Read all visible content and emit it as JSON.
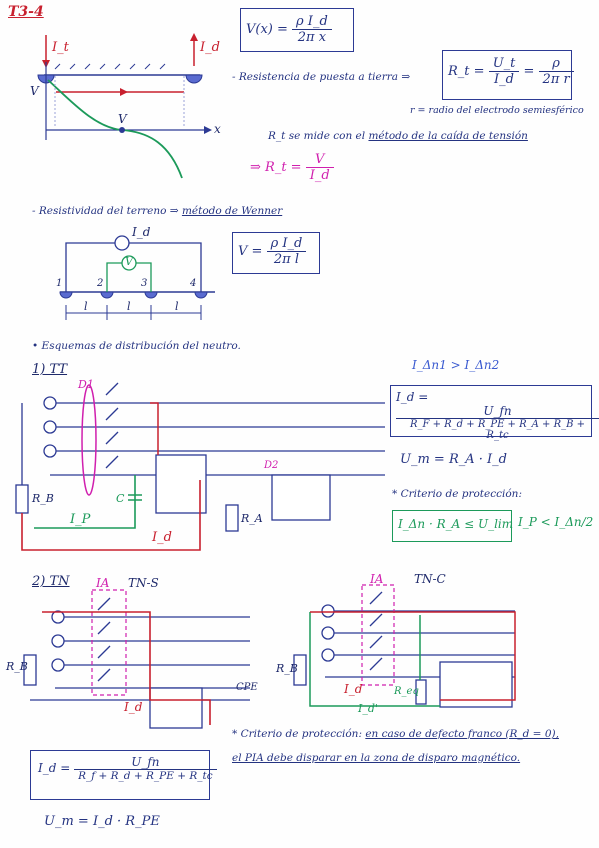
{
  "title": "T3-4",
  "top": {
    "formula_lhs": "V(x) =",
    "formula_num": "ρ I_d",
    "formula_den": "2π x",
    "label_it": "I_t",
    "label_id": "I_d",
    "label_v_axis": "V",
    "label_v_curve": "V",
    "label_x_axis": "x",
    "resistencia_text": "- Resistencia de puesta a tierra ⇒",
    "rt_lhs": "R_t =",
    "rt_num1": "U_t",
    "rt_den1": "I_d",
    "rt_num2": "ρ",
    "rt_den2": "2π r",
    "radio_text": "r = radio del electrodo semiesférico",
    "mide_text_a": "R_t se mide con el",
    "mide_text_b": "método de la caída de tensión",
    "rt2_lhs": "⇒ R_t =",
    "rt2_num": "V",
    "rt2_den": "I_d"
  },
  "wenner": {
    "text_a": "- Resistividad del terreno ⇒",
    "text_b": "método de Wenner",
    "label_id": "I_d",
    "label_v": "V",
    "nodes": [
      "1",
      "2",
      "3",
      "4"
    ],
    "spacing": [
      "l",
      "l",
      "l"
    ],
    "formula_lhs": "V =",
    "formula_num": "ρ I_d",
    "formula_den": "2π l"
  },
  "tt": {
    "esquemas_text": "• Esquemas de distribución del neutro.",
    "heading": "1) TT",
    "ineq": "I_Δn1 > I_Δn2",
    "d1": "D1",
    "d2": "D2",
    "c": "C",
    "rb": "R_B",
    "ra": "R_A",
    "ip": "I_P",
    "id": "I_d",
    "formula_lhs": "I_d =",
    "formula_num": "U_fn",
    "formula_den": "R_F + R_d + R_PE + R_A + R_B + R_tc",
    "um": "U_m = R_A · I_d",
    "criterio": "* Criterio de protección:",
    "crit_box": "I_Δn · R_A ≤ U_lim",
    "crit_side": "I_P < I_Δn/2"
  },
  "tn": {
    "heading": "2) TN",
    "ia1": "IA",
    "tns": "TN-S",
    "ia2": "IA",
    "tnc": "TN-C",
    "rb1": "R_B",
    "rb2": "R_B",
    "cpe": "CPE",
    "id1": "I_d",
    "id2": "I_d",
    "id3": "I_d'",
    "req": "R_eq",
    "criterio_a": "* Criterio de protección:",
    "criterio_b": "en caso de defecto franco (R_d = 0),",
    "criterio_c": "el PIA debe disparar en la zona de disparo magnético.",
    "formula_lhs": "I_d =",
    "formula_num": "U_fn",
    "formula_den": "R_f + R_d + R_PE + R_tc",
    "um": "U_m = I_d · R_PE"
  },
  "colors": {
    "ink": "#243381",
    "red": "#c8202e",
    "pink": "#d01fae",
    "green": "#1c9a5a"
  }
}
